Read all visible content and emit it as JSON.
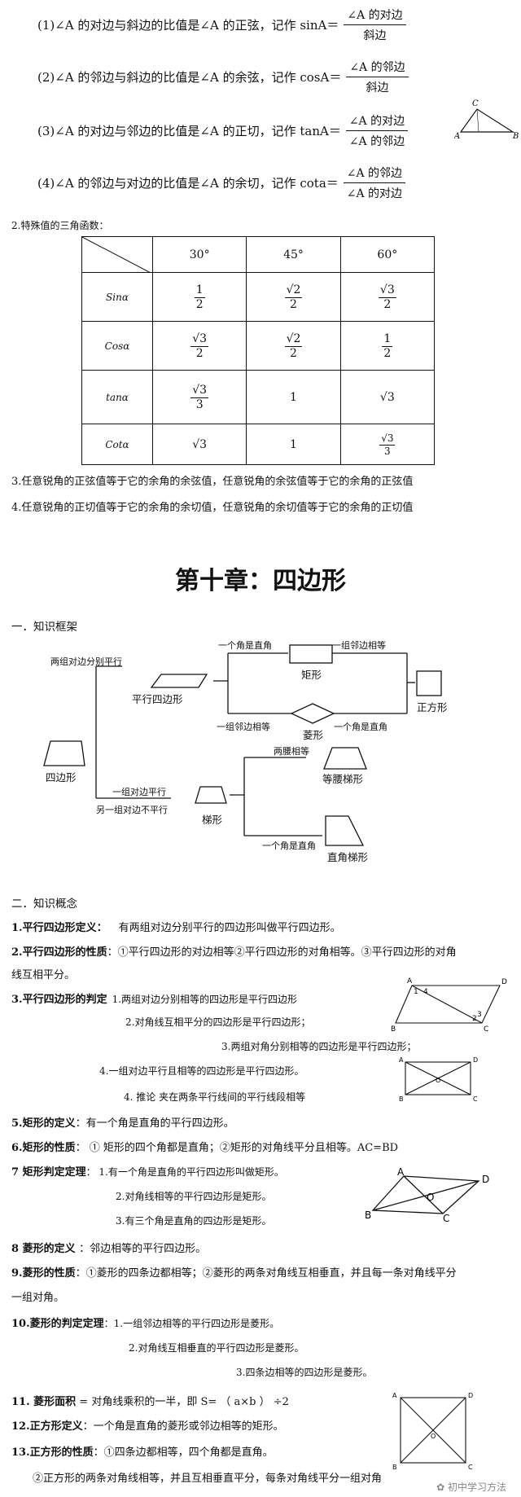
{
  "defs": [
    {
      "lead": "(1)∠A 的对边与斜边的比值是∠A 的正弦，记作 sinA＝",
      "num": "∠A 的对边",
      "den": "斜边"
    },
    {
      "lead": "(2)∠A 的邻边与斜边的比值是∠A 的余弦，记作 cosA＝",
      "num": "∠A 的邻边",
      "den": "斜边"
    },
    {
      "lead": "(3)∠A 的对边与邻边的比值是∠A 的正切，记作 tanA＝",
      "num": "∠A 的对边",
      "den": "∠A 的邻边"
    },
    {
      "lead": "(4)∠A 的邻边与对边的比值是∠A 的余切，记作 cota＝",
      "num": "∠A 的邻边",
      "den": "∠A 的对边"
    }
  ],
  "triangle_labels": {
    "a": "A",
    "b": "B",
    "c": "C"
  },
  "special_title": "2.特殊值的三角函数：",
  "table": {
    "headers": [
      "30°",
      "45°",
      "60°"
    ],
    "rows": [
      {
        "name": "Sinα",
        "cells": [
          {
            "n": "1",
            "d": "2"
          },
          {
            "n": "√2",
            "d": "2"
          },
          {
            "n": "√3",
            "d": "2"
          }
        ]
      },
      {
        "name": "Cosα",
        "cells": [
          {
            "n": "√3",
            "d": "2"
          },
          {
            "n": "√2",
            "d": "2"
          },
          {
            "n": "1",
            "d": "2"
          }
        ]
      },
      {
        "name": "tanα",
        "cells": [
          {
            "n": "√3",
            "d": "3"
          },
          {
            "v": "1"
          },
          {
            "v": "√3"
          }
        ]
      },
      {
        "name": "Cotα",
        "cells": [
          {
            "v": "√3"
          },
          {
            "v": "1"
          },
          {
            "n": "√3",
            "d": "3"
          }
        ]
      }
    ]
  },
  "line3": "3.任意锐角的正弦值等于它的余角的余弦值，任意锐角的余弦值等于它的余角的正弦值",
  "line4": "4.任意锐角的正切值等于它的余角的余切值，任意锐角的余切值等于它的余角的正切值",
  "chapter_title": "第十章：四边形",
  "section1": "一．知识框架",
  "framework": {
    "cond_two_pairs": "两组对边分别平行",
    "parallelogram": "平行四边形",
    "cond_right_angle_top": "一个角是直角",
    "rectangle": "矩形",
    "cond_adjacent_equal_top": "一组邻边相等",
    "square": "正方形",
    "cond_adjacent_equal_bottom": "一组邻边相等",
    "rhombus": "菱形",
    "cond_right_angle_mid": "一个角是直角",
    "quadrilateral": "四边形",
    "cond_legs_equal": "两腰相等",
    "isosceles_trapezoid": "等腰梯形",
    "cond_one_pair_parallel": "一组对边平行",
    "cond_other_not_parallel": "另一组对边不平行",
    "trapezoid": "梯形",
    "cond_right_angle_bottom": "一个角是直角",
    "right_trapezoid": "直角梯形"
  },
  "section2": "二．知识概念",
  "items": {
    "l1_bold": "1.平行四边形定义：",
    "l1_text": "有两组对边分别平行的四边形叫做平行四边形。",
    "l2_bold": "2.平行四边形的性质",
    "l2_text": "：①平行四边形的对边相等②平行四边形的对角相等。③平行四边形的对角",
    "l2b": "线互相平分。",
    "l3_bold": "3.平行四边形的判定",
    "l3_text": "1.两组对边分别相等的四边形是平行四边形",
    "l3_2": "2.对角线互相平分的四边形是平行四边形；",
    "l3_3": "3.两组对角分别相等的四边形是平行四边形；",
    "l3_4": "4.一组对边平行且相等的四边形是平行四边形。",
    "l3_5": "4.  推论  夹在两条平行线间的平行线段相等",
    "l5_bold": "5.矩形的定义",
    "l5_text": "：有一个角是直角的平行四边形。",
    "l6_bold": "6.矩形的性质",
    "l6_text": "：  ①  矩形的四个角都是直角；②矩形的对角线平分且相等。AC=BD",
    "l7_bold": "7 矩形判定定理",
    "l7_text": "：  1.有一个角是直角的平行四边形叫做矩形。",
    "l7_2": "2.对角线相等的平行四边形是矩形。",
    "l7_3": "3.有三个角是直角的四边形是矩形。",
    "l8_bold": "8 菱形的定义 ",
    "l8_text": "：邻边相等的平行四边形。",
    "l9_bold": "9.菱形的性质",
    "l9_text": "：①菱形的四条边都相等；②菱形的两条对角线互相垂直，并且每一条对角线平分",
    "l9b": "一组对角。",
    "l10_bold": "10.菱形的判定定理",
    "l10_text": "：1.一组邻边相等的平行四边形是菱形。",
    "l10_2": "2.对角线互相垂直的平行四边形是菱形。",
    "l10_3": "3.四条边相等的四边形是菱形。",
    "l11_bold": "11.    菱形面积",
    "l11_text": " = 对角线乘积的一半，即  S=  （  a×b  ）  ÷2",
    "l12_bold": "12.正方形定义",
    "l12_text": "：一个角是直角的菱形或邻边相等的矩形。",
    "l13_bold": "13.正方形的性质",
    "l13_text": "：①四条边都相等，四个角都是直角。",
    "l13b": "②正方形的两条对角线相等，并且互相垂直平分，每条对角线平分一组对角"
  },
  "fig_labels": {
    "pA": "A",
    "pD": "D",
    "pB": "B",
    "pC": "C",
    "p1": "1",
    "p2": "2",
    "p3": "3",
    "p4": "4",
    "rA": "A",
    "rD": "D",
    "rB": "B",
    "rC": "C",
    "rO": "O",
    "hA": "A",
    "hD": "D",
    "hB": "B",
    "hC": "C",
    "hO": "O",
    "sA": "A",
    "sD": "D",
    "sB": "B",
    "sC": "C",
    "sO": "O"
  },
  "watermark": "初中学习方法"
}
